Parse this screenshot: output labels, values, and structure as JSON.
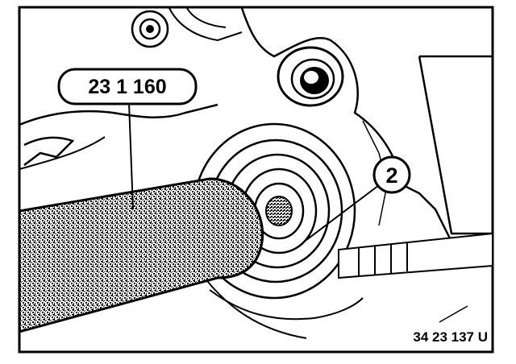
{
  "figure": {
    "part_number_label": "23 1 160",
    "callout_number": "2",
    "figure_code": "34 23 137 U"
  }
}
